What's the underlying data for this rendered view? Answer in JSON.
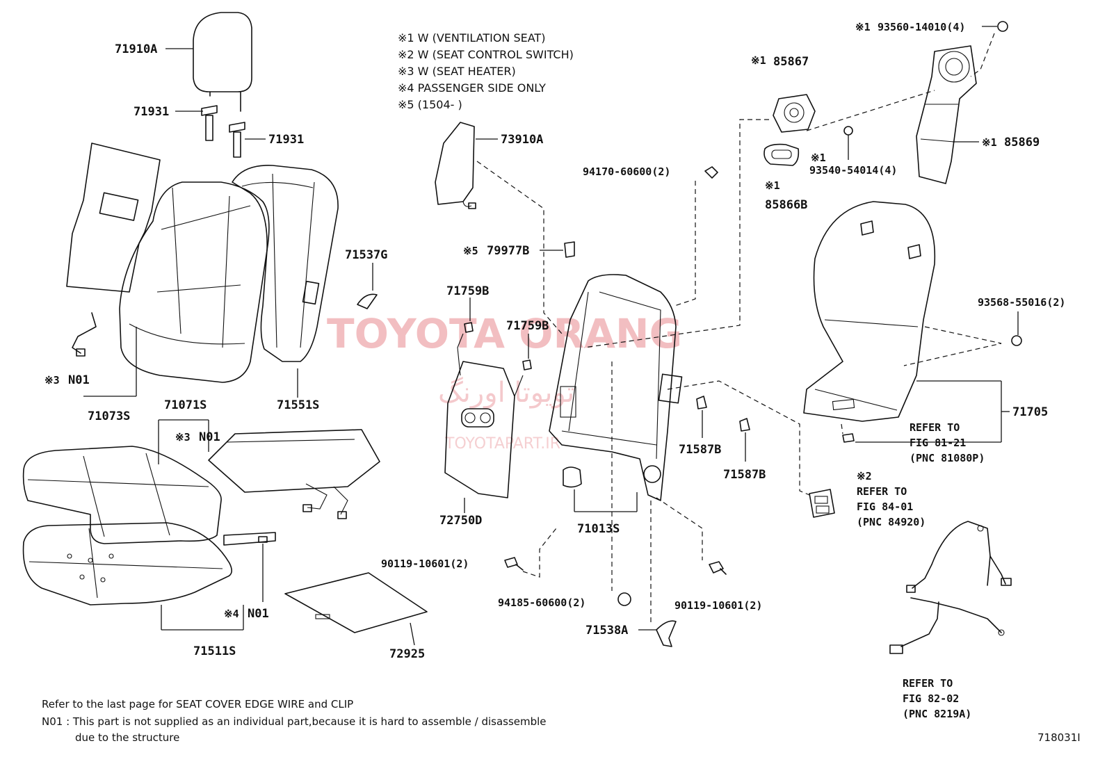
{
  "notes": [
    "※1  W (VENTILATION  SEAT)",
    "※2  W (SEAT  CONTROL  SWITCH)",
    "※3  W (SEAT  HEATER)",
    "※4  PASSENGER SIDE ONLY",
    "※5  (1504-        )"
  ],
  "parts": {
    "p71910A": "71910A",
    "p71931a": "71931",
    "p71931b": "71931",
    "p73910A": "73910A",
    "p79977B": "79977B",
    "mark79977B": "※5",
    "p94170": "94170-60600(2)",
    "p85867": "85867",
    "mark85867": "※1",
    "p85866B": "85866B",
    "mark85866B": "※1",
    "p93560": "93560-14010(4)",
    "mark93560": "※1",
    "p93540": "93540-54014(4)",
    "mark93540": "※1",
    "p85869": "85869",
    "mark85869": "※1",
    "p71537G": "71537G",
    "p71759Ba": "71759B",
    "p71759Bb": "71759B",
    "pN01a": "N01",
    "markN01a": "※3",
    "p71073S": "71073S",
    "p71551S": "71551S",
    "p71071S": "71071S",
    "pN01b": "N01",
    "markN01b": "※3",
    "p72750D": "72750D",
    "p71587Ba": "71587B",
    "p71587Bb": "71587B",
    "p93568": "93568-55016(2)",
    "p71705": "71705",
    "p71013S": "71013S",
    "p90119a": "90119-10601(2)",
    "p90119b": "90119-10601(2)",
    "p94185": "94185-60600(2)",
    "p71538A": "71538A",
    "pN01c": "N01",
    "markN01c": "※4",
    "p71511S": "71511S",
    "p72925": "72925",
    "mark84": "※2"
  },
  "refs": {
    "r81": [
      "REFER TO",
      "FIG 81-21",
      "(PNC 81080P)"
    ],
    "r84": [
      "REFER TO",
      "FIG 84-01",
      "(PNC 84920)"
    ],
    "r82": [
      "REFER TO",
      "FIG 82-02",
      "(PNC 8219A)"
    ]
  },
  "watermark": {
    "main": "TOYOTA ORANG",
    "farsi": "تویوتا اورنگ",
    "site": "TOYOTAPART.IR"
  },
  "footer": {
    "line1": "Refer to the last page for SEAT COVER EDGE WIRE and CLIP",
    "line2": "N01 : This part is not supplied as an individual part,because it is hard to assemble / disassemble",
    "line3": "due to the structure"
  },
  "figure_id": "718031I"
}
